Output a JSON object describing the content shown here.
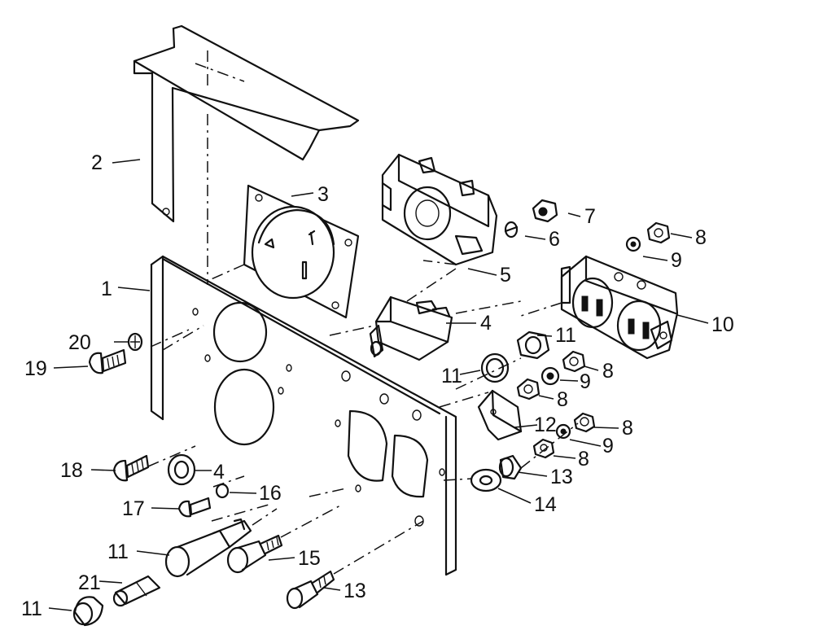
{
  "callouts": {
    "c1": "1",
    "c2": "2",
    "c3": "3",
    "c4a": "4",
    "c4b": "4",
    "c5": "5",
    "c6": "6",
    "c7": "7",
    "c8a": "8",
    "c8b": "8",
    "c8c": "8",
    "c8d": "8",
    "c8e": "8",
    "c9a": "9",
    "c9b": "9",
    "c9c": "9",
    "c10": "10",
    "c11a": "11",
    "c11b": "11",
    "c11c": "11",
    "c11d": "11",
    "c12": "12",
    "c13a": "13",
    "c13b": "13",
    "c14": "14",
    "c15": "15",
    "c16": "16",
    "c17": "17",
    "c18": "18",
    "c19": "19",
    "c20": "20",
    "c21": "21"
  }
}
